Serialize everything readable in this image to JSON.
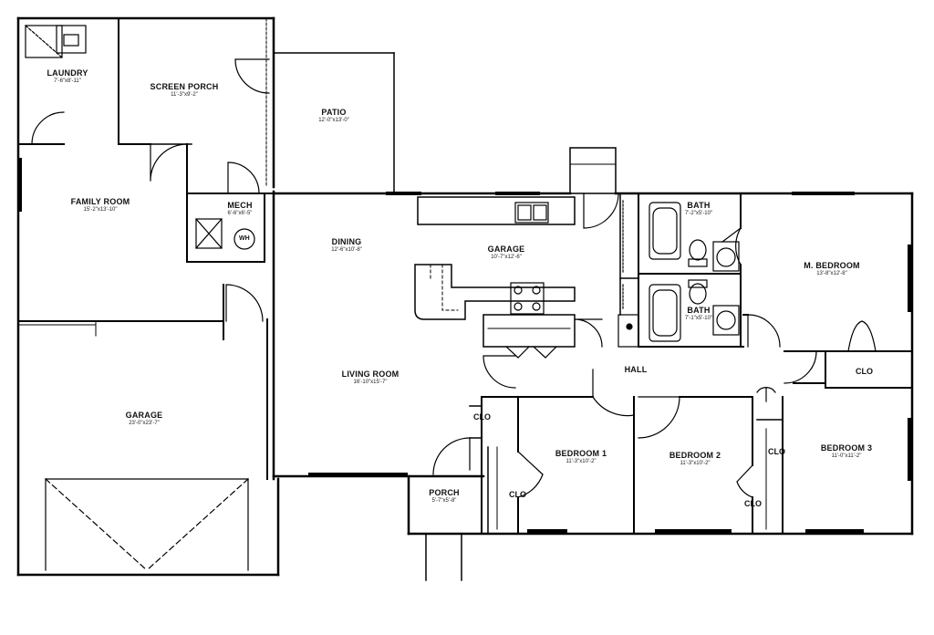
{
  "rooms": {
    "laundry": {
      "name": "LAUNDRY",
      "dim": "7'-6\"x8'-11\""
    },
    "screen_porch": {
      "name": "SCREEN PORCH",
      "dim": "11'-3\"x9'-2\""
    },
    "patio": {
      "name": "PATIO",
      "dim": "12'-0\"x13'-0\""
    },
    "family_room": {
      "name": "FAMILY ROOM",
      "dim": "15'-2\"x13'-10\""
    },
    "mech": {
      "name": "MECH",
      "dim": "6'-6\"x6'-5\""
    },
    "dining": {
      "name": "DINING",
      "dim": "12'-6\"x10'-8\""
    },
    "kitchen": {
      "name": "GARAGE",
      "dim": "10'-7\"x12'-6\""
    },
    "bath1": {
      "name": "BATH",
      "dim": "7'-2\"x5'-10\""
    },
    "m_bedroom": {
      "name": "M. BEDROOM",
      "dim": "13'-8\"x12'-8\""
    },
    "bath2": {
      "name": "BATH",
      "dim": "7'-1\"x5'-10\""
    },
    "garage": {
      "name": "GARAGE",
      "dim": "23'-0\"x23'-7\""
    },
    "living_room": {
      "name": "LIVING ROOM",
      "dim": "16'-10\"x15'-7\""
    },
    "hall": {
      "name": "HALL",
      "dim": ""
    },
    "bedroom1": {
      "name": "BEDROOM 1",
      "dim": "11'-3\"x10'-2\""
    },
    "bedroom2": {
      "name": "BEDROOM 2",
      "dim": "11'-3\"x10'-2\""
    },
    "bedroom3": {
      "name": "BEDROOM 3",
      "dim": "11'-0\"x11'-2\""
    },
    "porch": {
      "name": "PORCH",
      "dim": "5'-7\"x5'-8\""
    }
  },
  "closets": {
    "clo_master": "CLO",
    "clo_entry": "CLO",
    "clo_bed1": "CLO",
    "clo_bed2": "CLO",
    "clo_bed3": "CLO"
  },
  "fixtures": {
    "water_heater": "WH"
  }
}
